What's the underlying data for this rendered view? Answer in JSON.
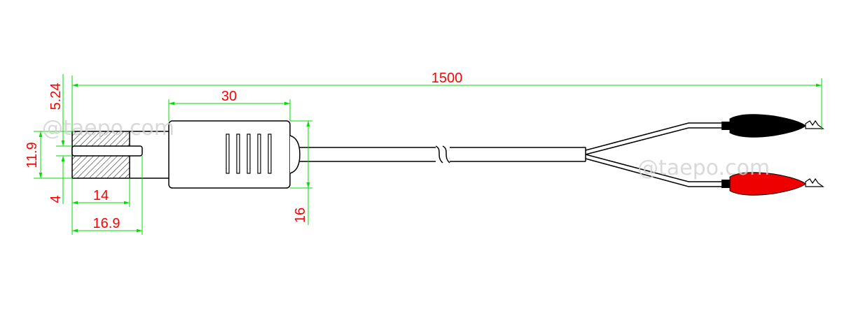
{
  "colors": {
    "dimension": "#00dd00",
    "dimension_text": "#ff0000",
    "outline": "#000000",
    "clip_black": "#000000",
    "clip_red": "#ee0000",
    "watermark": "#d0d0d0"
  },
  "dimensions": {
    "total_length": "1500",
    "body_length": "30",
    "body_height": "16",
    "plug_length": "14",
    "plug_total": "16.9",
    "plug_diameter": "11.9",
    "pin_offset": "5.24",
    "pin_diameter": "4"
  },
  "watermark": {
    "text_1": "@taepo.com",
    "text_2": "@taepo.com"
  },
  "icons": [
    "rca-plug-icon",
    "alligator-clip-black-icon",
    "alligator-clip-red-icon"
  ]
}
